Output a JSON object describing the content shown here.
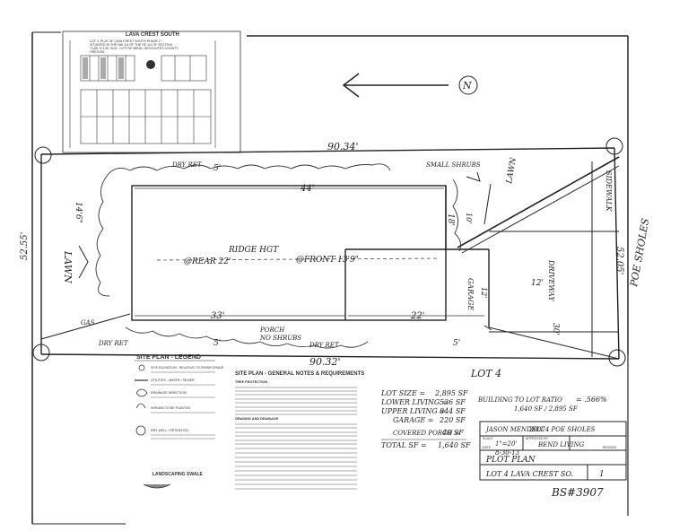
{
  "vicinity": {
    "title": "LAVA CREST SOUTH",
    "subtitle_lines": [
      "LOT 4, PLAT OF LAVA CREST SOUTH PHASE 2",
      "SITUATED IN THE NW 1/4 OF THE SE 1/4 OF SECTION",
      "T.18S, R.12E, W.M., CITY OF BEND, DESCHUTES COUNTY,",
      "OREGON"
    ]
  },
  "north_label": "N",
  "dimensions": {
    "top_width": "90.34'",
    "bottom_width": "90.32'",
    "left_depth": "52.55'",
    "right_depth": "52.05'",
    "house_width": "44'",
    "house_front_left": "33'",
    "house_front_right": "22'",
    "setback_front": "5'",
    "setback_rear": "5'",
    "side_setback": "14'6\"",
    "garage_depth": "18'",
    "side_10": "10'",
    "side_12": "12'",
    "driveway_width": "12'",
    "drive_30": "30'",
    "porch_5": "5'"
  },
  "labels": {
    "ridge_ht": "RIDGE HGT",
    "rear_dim": "@REAR 22'",
    "front_dim": "@FRONT 13'9\"",
    "lawn_left": "LAWN",
    "lawn_right": "LAWN",
    "garage": "GARAGE",
    "driveway": "DRIVEWAY",
    "sidewalk": "SIDEWALK",
    "street": "POE SHOLES",
    "shrubs_top": "SMALL SHRUBS",
    "dry_ret_top": "DRY RET",
    "dry_ret_bl": "DRY RET",
    "dry_ret_br": "DRY RET",
    "gas": "GAS",
    "porch": "PORCH",
    "shrubs_bottom": "NO SHRUBS",
    "lot": "LOT 4"
  },
  "legend": {
    "title": "SITE PLAN - LEGEND",
    "items": [
      "SITE ELEVATION - RELATIVE TO FINISH GRADE",
      "UTILITIES - WATER / SEWER",
      "DRAINAGE DIRECTION",
      "SHRUBS TO BE PLANTED",
      "DRY WELL / RETENTION"
    ],
    "footer": "LANDSCAPING SWALE"
  },
  "notes": {
    "title": "SITE PLAN - GENERAL NOTES & REQUIREMENTS",
    "sections": [
      "TREE PROTECTION",
      "GRADING AND DRAINAGE"
    ]
  },
  "area_table": {
    "rows": [
      {
        "label": "LOT SIZE =",
        "value": "2,895 SF"
      },
      {
        "label": "LOWER LIVING =",
        "value": "536 SF"
      },
      {
        "label": "UPPER LIVING =",
        "value": "844 SF"
      },
      {
        "label": "GARAGE =",
        "value": "220 SF"
      },
      {
        "label": "COVERED PORCH =",
        "value": "40 SF"
      },
      {
        "label": "TOTAL SF =",
        "value": "1,640 SF"
      }
    ],
    "building_label": "BUILDING TO LOT RATIO",
    "building_value": "1,640 SF / 2,895 SF",
    "ratio": "= .566%"
  },
  "title_block": {
    "owner": "JASON MENDELL",
    "address": "20074 POE SHOLES",
    "scale": "1\"=20'",
    "date": "8-30-13",
    "company": "BEND LIVING",
    "sheet_title": "PLOT PLAN",
    "lot_desc": "LOT 4 LAVA CREST SO.",
    "sheet_no": "1",
    "approved_label": "APPROVED BY",
    "scale_label": "SCALE",
    "date_label": "DATE",
    "revised_label": "REVISED"
  },
  "permit_no": "BS#3907"
}
